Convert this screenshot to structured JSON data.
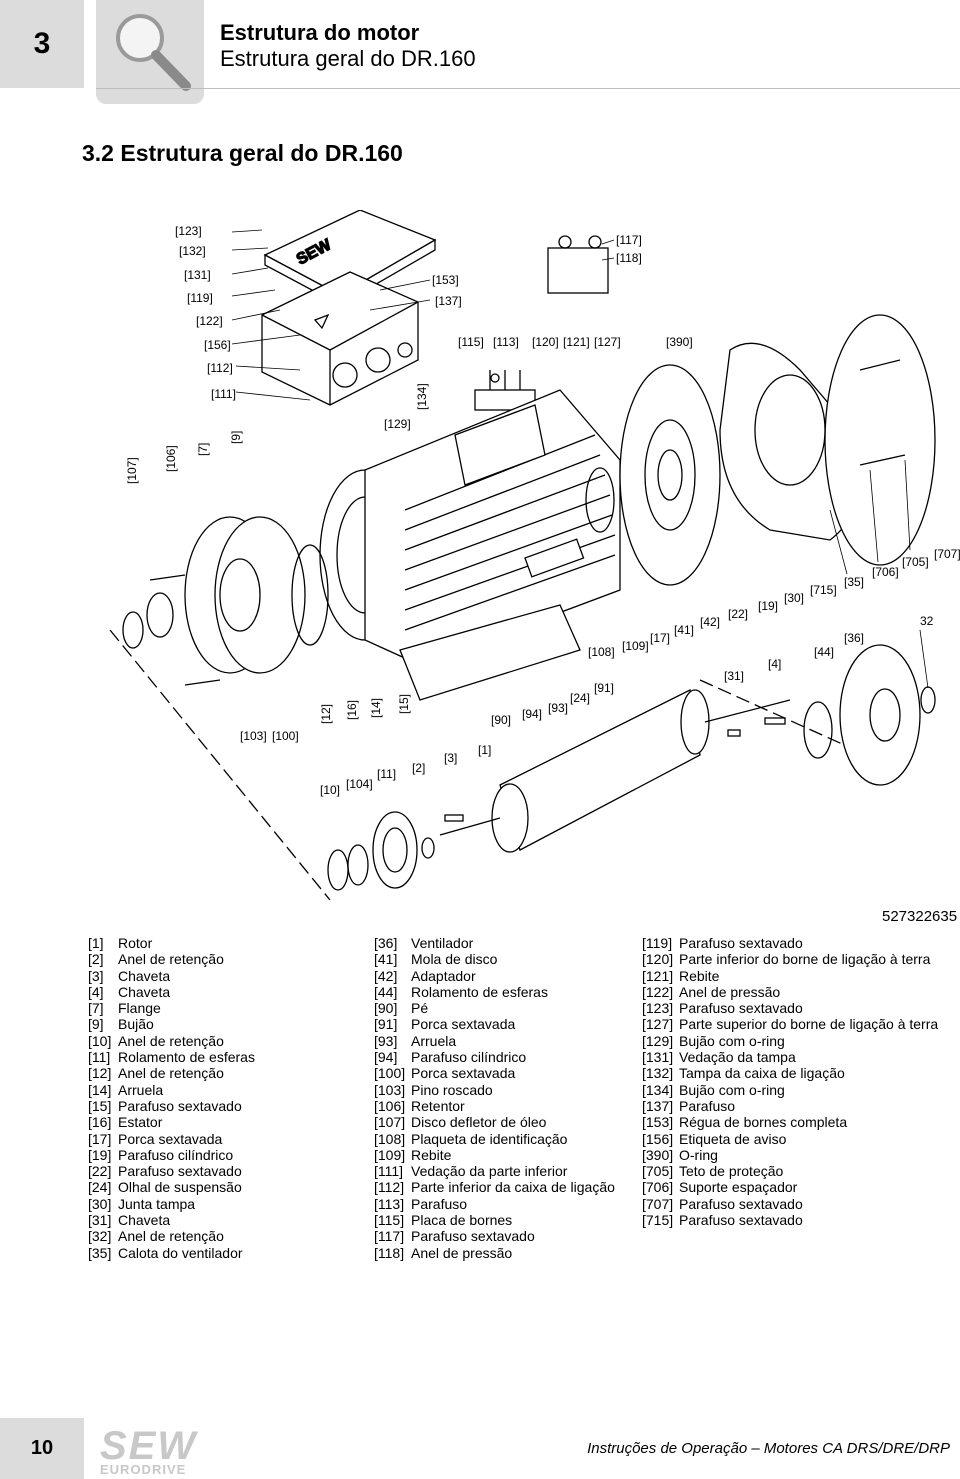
{
  "header": {
    "chapter_number": "3",
    "title": "Estrutura do motor",
    "subtitle": "Estrutura geral do DR.160",
    "icon": "magnifier-icon"
  },
  "section": {
    "heading": "3.2   Estrutura geral do DR.160"
  },
  "figure": {
    "id": "527322635",
    "callouts": [
      "[123]",
      "[132]",
      "[131]",
      "[119]",
      "[122]",
      "[156]",
      "[112]",
      "[111]",
      "[107]",
      "[106]",
      "[7]",
      "[9]",
      "[153]",
      "[137]",
      "[115]",
      "[113]",
      "[120]",
      "[121]",
      "[127]",
      "[117]",
      "[118]",
      "[390]",
      "[134]",
      "[129]",
      "[103]",
      "[100]",
      "[12]",
      "[16]",
      "[14]",
      "[15]",
      "[10]",
      "[104]",
      "[11]",
      "[2]",
      "[3]",
      "[1]",
      "[90]",
      "[94]",
      "[93]",
      "[24]",
      "[91]",
      "[108]",
      "[109]",
      "[17]",
      "[41]",
      "[42]",
      "[22]",
      "[19]",
      "[30]",
      "[715]",
      "[35]",
      "[706]",
      "[705]",
      "[707]",
      "32",
      "[31]",
      "[4]",
      "[44]",
      "[36]"
    ]
  },
  "legend": {
    "col1": [
      {
        "code": "[1]",
        "text": "Rotor"
      },
      {
        "code": "[2]",
        "text": "Anel de retenção"
      },
      {
        "code": "[3]",
        "text": "Chaveta"
      },
      {
        "code": "[4]",
        "text": "Chaveta"
      },
      {
        "code": "[7]",
        "text": "Flange"
      },
      {
        "code": "[9]",
        "text": "Bujão"
      },
      {
        "code": "[10]",
        "text": "Anel de retenção"
      },
      {
        "code": "[11]",
        "text": "Rolamento de esferas"
      },
      {
        "code": "[12]",
        "text": "Anel de retenção"
      },
      {
        "code": "[14]",
        "text": "Arruela"
      },
      {
        "code": "[15]",
        "text": "Parafuso sextavado"
      },
      {
        "code": "[16]",
        "text": "Estator"
      },
      {
        "code": "[17]",
        "text": "Porca sextavada"
      },
      {
        "code": "[19]",
        "text": "Parafuso cilíndrico"
      },
      {
        "code": "[22]",
        "text": "Parafuso sextavado"
      },
      {
        "code": "[24]",
        "text": "Olhal de suspensão"
      },
      {
        "code": "[30]",
        "text": "Junta tampa"
      },
      {
        "code": "[31]",
        "text": "Chaveta"
      },
      {
        "code": "[32]",
        "text": "Anel de retenção"
      },
      {
        "code": "[35]",
        "text": "Calota do ventilador"
      }
    ],
    "col2": [
      {
        "code": "[36]",
        "text": "Ventilador"
      },
      {
        "code": "[41]",
        "text": "Mola de disco"
      },
      {
        "code": "[42]",
        "text": "Adaptador"
      },
      {
        "code": "[44]",
        "text": "Rolamento de esferas"
      },
      {
        "code": "[90]",
        "text": "Pé"
      },
      {
        "code": "[91]",
        "text": "Porca sextavada"
      },
      {
        "code": "[93]",
        "text": "Arruela"
      },
      {
        "code": "[94]",
        "text": "Parafuso cilíndrico"
      },
      {
        "code": "[100]",
        "text": "Porca sextavada"
      },
      {
        "code": "[103]",
        "text": "Pino roscado"
      },
      {
        "code": "[106]",
        "text": "Retentor"
      },
      {
        "code": "[107]",
        "text": "Disco defletor de óleo"
      },
      {
        "code": "[108]",
        "text": "Plaqueta de identificação"
      },
      {
        "code": "[109]",
        "text": "Rebite"
      },
      {
        "code": "[111]",
        "text": "Vedação da parte inferior"
      },
      {
        "code": "[112]",
        "text": "Parte inferior da caixa de ligação"
      },
      {
        "code": "[113]",
        "text": "Parafuso"
      },
      {
        "code": "[115]",
        "text": "Placa de bornes"
      },
      {
        "code": "[117]",
        "text": "Parafuso sextavado"
      },
      {
        "code": "[118]",
        "text": "Anel de pressão"
      }
    ],
    "col3": [
      {
        "code": "[119]",
        "text": "Parafuso sextavado"
      },
      {
        "code": "[120]",
        "text": "Parte inferior do borne de ligação à terra"
      },
      {
        "code": "[121]",
        "text": "Rebite"
      },
      {
        "code": "[122]",
        "text": "Anel de pressão"
      },
      {
        "code": "[123]",
        "text": "Parafuso sextavado"
      },
      {
        "code": "[127]",
        "text": "Parte superior do borne de ligação à terra"
      },
      {
        "code": "[129]",
        "text": "Bujão com o-ring"
      },
      {
        "code": "[131]",
        "text": "Vedação da tampa"
      },
      {
        "code": "[132]",
        "text": "Tampa da caixa de ligação"
      },
      {
        "code": "[134]",
        "text": "Bujão com o-ring"
      },
      {
        "code": "[137]",
        "text": "Parafuso"
      },
      {
        "code": "[153]",
        "text": "Régua de bornes completa"
      },
      {
        "code": "[156]",
        "text": "Etiqueta de aviso"
      },
      {
        "code": "[390]",
        "text": "O-ring"
      },
      {
        "code": "[705]",
        "text": "Teto de proteção"
      },
      {
        "code": "[706]",
        "text": "Suporte espaçador"
      },
      {
        "code": "[707]",
        "text": "Parafuso sextavado"
      },
      {
        "code": "[715]",
        "text": "Parafuso sextavado"
      }
    ]
  },
  "footer": {
    "page_number": "10",
    "logo_text": "SEW",
    "logo_subtext": "EURODRIVE",
    "text": "Instruções de Operação – Motores CA DRS/DRE/DRP"
  }
}
